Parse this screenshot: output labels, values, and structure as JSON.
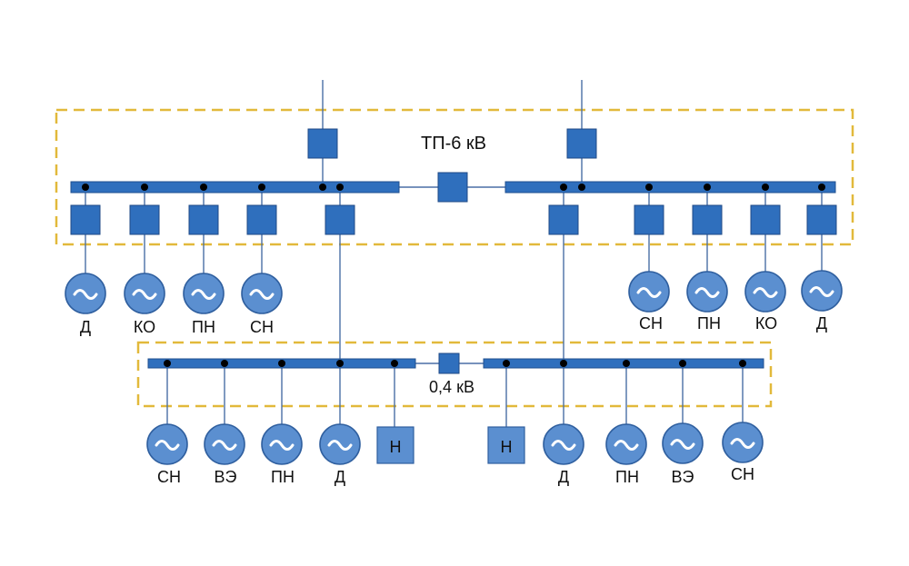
{
  "labels": {
    "substation_6kv": "ТП-6 кВ",
    "bus_04kv": "0,4 кВ",
    "load_box": "Н"
  },
  "upper_left_consumers": [
    "Д",
    "КО",
    "ПН",
    "СН"
  ],
  "upper_right_consumers": [
    "СН",
    "ПН",
    "КО",
    "Д"
  ],
  "lower_left_consumers": [
    "СН",
    "ВЭ",
    "ПН",
    "Д"
  ],
  "lower_right_consumers": [
    "Д",
    "ПН",
    "ВЭ",
    "СН"
  ],
  "colors": {
    "bus": "#2f6fbd",
    "switch": "#2f6fbd",
    "motor": "#5b8fd0",
    "frame": "#e2b93b",
    "line": "#4a6fa5"
  },
  "icons": {
    "motor": "motor-tilde-icon",
    "switch": "breaker-square-icon"
  }
}
